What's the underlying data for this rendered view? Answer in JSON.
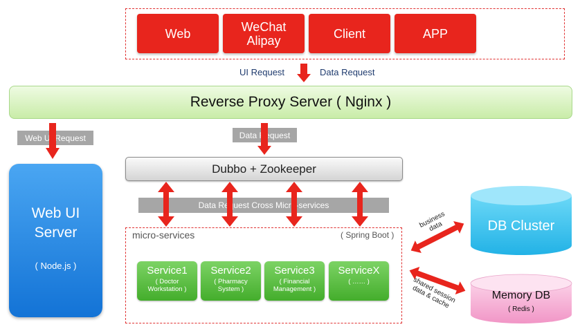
{
  "clients": [
    "Web",
    "WeChat\nAlipay",
    "Client",
    "APP"
  ],
  "top_arrow": {
    "left_label": "UI Request",
    "right_label": "Data Request"
  },
  "proxy": {
    "label": "Reverse Proxy Server ( Nginx )"
  },
  "web_ui_request": "Web UI Request",
  "data_request": "Data Request",
  "dubbo": {
    "label": "Dubbo + Zookeeper"
  },
  "cross_label": "Data Request Cross Micro-services",
  "web_ui_server": {
    "title": "Web UI\nServer",
    "sub": "( Node.js )"
  },
  "micro": {
    "label": "micro-services",
    "framework": "( Spring Boot )"
  },
  "services": [
    {
      "name": "Service1",
      "sub": "( Doctor\nWorkstation )"
    },
    {
      "name": "Service2",
      "sub": "( Pharmacy\nSystem )"
    },
    {
      "name": "Service3",
      "sub": "( Financial\nManagement )"
    },
    {
      "name": "ServiceX",
      "sub": "( …… )"
    }
  ],
  "db_cluster": {
    "label": "DB Cluster",
    "edge_label": "business\ndata"
  },
  "memory_db": {
    "label": "Memory DB",
    "sub": "( Redis )",
    "edge_label": "shared session\ndata & cache"
  },
  "colors": {
    "red": "#e8251d",
    "green": "#44ad2c",
    "blue": "#1a7ee6",
    "cyan": "#3cc4ee",
    "pink": "#f6a6cf"
  }
}
